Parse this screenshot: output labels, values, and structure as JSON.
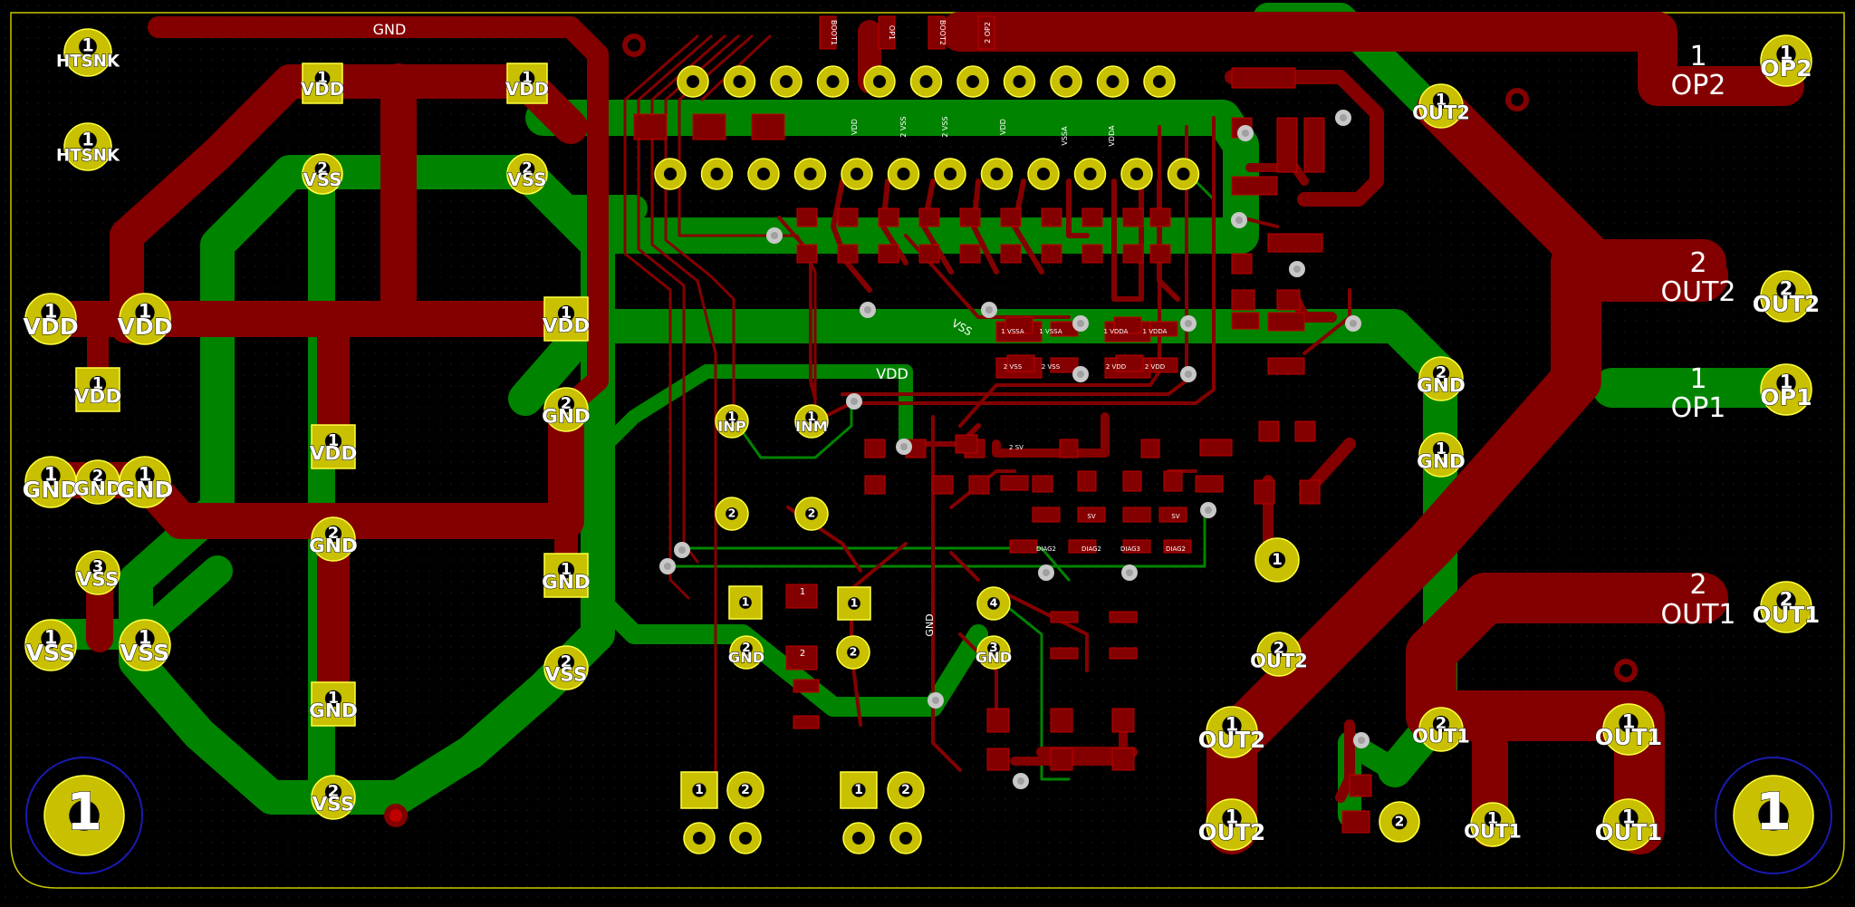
{
  "colors": {
    "background": "#000000",
    "top_copper": "#840000",
    "bottom_copper": "#008400",
    "pad": "#c8c000",
    "pad_outline": "#ffff40",
    "hole": "#000000",
    "via": "#c8c8c8",
    "outline": "#c8c800",
    "mount_ring": "#1a1ab4",
    "text": "#ffffff"
  },
  "labels": {
    "gnd_net": "GND",
    "vdd_net": "VDD",
    "vss_net": "VSS",
    "gnd_vertical": "GND"
  },
  "connectors": {
    "op2_num": "1",
    "op2_name": "OP2",
    "out2_num": "2",
    "out2_name": "OUT2",
    "op1_num": "1",
    "op1_name": "OP1",
    "out1_num": "2",
    "out1_name": "OUT1"
  },
  "pads": [
    {
      "id": "htsnk-1",
      "num": "1",
      "name": "HTSNK"
    },
    {
      "id": "htsnk-2",
      "num": "1",
      "name": "HTSNK"
    },
    {
      "id": "vdd-a",
      "num": "1",
      "name": "VDD"
    },
    {
      "id": "vdd-b",
      "num": "1",
      "name": "VDD"
    },
    {
      "id": "vdd-c",
      "num": "1",
      "name": "VDD"
    },
    {
      "id": "vdd-d",
      "num": "1",
      "name": "VDD"
    },
    {
      "id": "vdd-e",
      "num": "1",
      "name": "VDD"
    },
    {
      "id": "vdd-f",
      "num": "1",
      "name": "VDD"
    },
    {
      "id": "vdd-g",
      "num": "1",
      "name": "VDD"
    },
    {
      "id": "vss-a",
      "num": "2",
      "name": "VSS"
    },
    {
      "id": "vss-b",
      "num": "2",
      "name": "VSS"
    },
    {
      "id": "vss-c",
      "num": "3",
      "name": "VSS"
    },
    {
      "id": "vss-d",
      "num": "1",
      "name": "VSS"
    },
    {
      "id": "vss-e",
      "num": "1",
      "name": "VSS"
    },
    {
      "id": "vss-f",
      "num": "2",
      "name": "VSS"
    },
    {
      "id": "vss-g",
      "num": "2",
      "name": "VSS"
    },
    {
      "id": "gnd-a",
      "num": "1",
      "name": "GND"
    },
    {
      "id": "gnd-b",
      "num": "2",
      "name": "GND"
    },
    {
      "id": "gnd-c",
      "num": "1",
      "name": "GND"
    },
    {
      "id": "gnd-d",
      "num": "2",
      "name": "GND"
    },
    {
      "id": "gnd-e",
      "num": "2",
      "name": "GND"
    },
    {
      "id": "gnd-f",
      "num": "1",
      "name": "GND"
    },
    {
      "id": "gnd-g",
      "num": "1",
      "name": "GND"
    },
    {
      "id": "gnd-h",
      "num": "2",
      "name": "GND"
    },
    {
      "id": "gnd-i",
      "num": "1",
      "name": "GND"
    },
    {
      "id": "gnd-j",
      "num": "2",
      "name": "GND"
    },
    {
      "id": "gnd-k",
      "num": "3",
      "name": "GND"
    },
    {
      "id": "out2-a",
      "num": "1",
      "name": "OUT2"
    },
    {
      "id": "out2-b",
      "num": "2",
      "name": "OUT2"
    },
    {
      "id": "out2-c",
      "num": "1",
      "name": "OUT2"
    },
    {
      "id": "out2-d",
      "num": "1",
      "name": "OUT2"
    },
    {
      "id": "out1-a",
      "num": "2",
      "name": "OUT1"
    },
    {
      "id": "out1-b",
      "num": "1",
      "name": "OUT1"
    },
    {
      "id": "out1-c",
      "num": "1",
      "name": "OUT1"
    },
    {
      "id": "out1-d",
      "num": "1",
      "name": "OUT1"
    },
    {
      "id": "inp",
      "num": "1",
      "name": "INP"
    },
    {
      "id": "inm",
      "num": "1",
      "name": "INM"
    },
    {
      "id": "op2-pad",
      "num": "1",
      "name": "OP2"
    },
    {
      "id": "out2-pad",
      "num": "2",
      "name": "OUT2"
    },
    {
      "id": "op1-pad",
      "num": "1",
      "name": "OP1"
    },
    {
      "id": "out1-pad",
      "num": "2",
      "name": "OUT1"
    },
    {
      "id": "mount-left",
      "num": "1",
      "name": ""
    },
    {
      "id": "mount-right",
      "num": "1",
      "name": ""
    },
    {
      "id": "misc-1",
      "num": "1",
      "name": ""
    },
    {
      "id": "misc-2",
      "num": "2",
      "name": ""
    },
    {
      "id": "misc-3",
      "num": "2",
      "name": ""
    },
    {
      "id": "misc-4",
      "num": "2",
      "name": ""
    },
    {
      "id": "misc-5",
      "num": "1",
      "name": ""
    },
    {
      "id": "misc-6",
      "num": "2",
      "name": ""
    },
    {
      "id": "misc-7",
      "num": "1",
      "name": ""
    },
    {
      "id": "misc-8",
      "num": "1",
      "name": ""
    },
    {
      "id": "misc-9",
      "num": "2",
      "name": ""
    },
    {
      "id": "misc-10",
      "num": "1",
      "name": ""
    },
    {
      "id": "misc-11",
      "num": "2",
      "name": ""
    },
    {
      "id": "misc-12",
      "num": "4",
      "name": ""
    }
  ],
  "ic_labels": {
    "boot1": "BOOT1",
    "op1": "OP1",
    "boot2": "BOOT2",
    "op2": "2 OP2",
    "vdd1": "VDD",
    "vss1": "2 VSS",
    "vss2": "2 VSS",
    "vdd2": "VDD",
    "vssa": "VSSA",
    "vdda": "VDDA"
  },
  "smd_labels": {
    "r1": "1 VSSA",
    "r2": "1 VSSA",
    "r3": "1 VDDA",
    "r4": "1 VDDA",
    "r5": "2 VSS",
    "r6": "2 VSS",
    "r7": "2 VDD",
    "r8": "2 VDD",
    "diag1": "DIAG2",
    "diag2": "DIAG2",
    "diag3": "DIAG3",
    "diag4": "DIAG2",
    "sv1": "2 SV",
    "sv2": "SV",
    "sv3": "SV",
    "cap1": "1",
    "cap2": "2"
  }
}
